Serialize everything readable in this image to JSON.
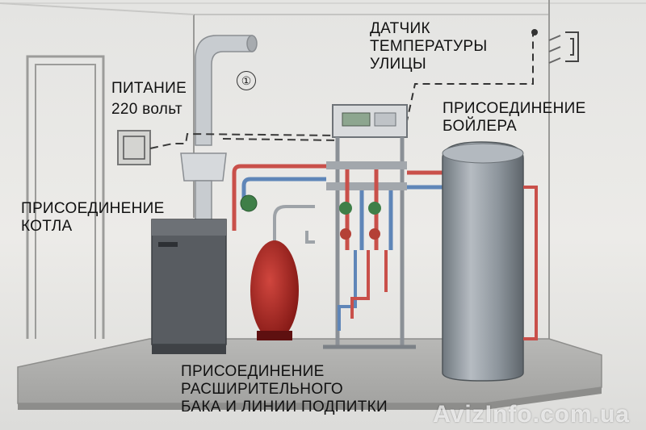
{
  "labels": {
    "power_line1": "ПИТАНИЕ",
    "power_line2": "220 вольт",
    "sensor_line1": "ДАТЧИК",
    "sensor_line2": "ТЕМПЕРАТУРЫ",
    "sensor_line3": "УЛИЦЫ",
    "boiler_line1": "ПРИСОЕДИНЕНИЕ",
    "boiler_line2": "БОЙЛЕРА",
    "kotel_line1": "ПРИСОЕДИНЕНИЕ",
    "kotel_line2": "КОТЛА",
    "tank_line1": "ПРИСОЕДИНЕНИЕ",
    "tank_line2": "РАСШИРИТЕЛЬНОГО",
    "tank_line3": "БАКА  И ЛИНИИ ПОДПИТКИ"
  },
  "marker": "①",
  "watermark": "AvizInfo.com.ua",
  "colors": {
    "tank_red": "#b3231f",
    "boiler_steel": "#8f979e",
    "pipe_hot": "#c9504a",
    "pipe_cold": "#5f86b8",
    "pump_green": "#3f7f48"
  }
}
